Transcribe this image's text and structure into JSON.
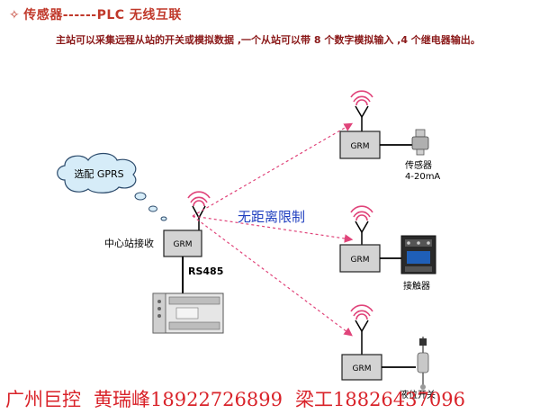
{
  "header": {
    "title": "传感器------PLC 无线互联",
    "subtitle": "主站可以采集远程从站的开关或模拟数据 ,一个从站可以带 8 个数字模拟输入 ,4 个继电器输出。"
  },
  "diagram": {
    "cloud_label": "选配 GPRS",
    "center_station_label": "中心站接收",
    "rs485_label": "RS485",
    "no_distance_label": "无距离限制",
    "grm_label": "GRM",
    "remotes": [
      {
        "device_label": "传感器",
        "device_sublabel": "4-20mA"
      },
      {
        "device_label": "接触器",
        "device_sublabel": ""
      },
      {
        "device_label": "液位开关",
        "device_sublabel": ""
      }
    ]
  },
  "footer": {
    "company": "广州巨控",
    "contact_1": "黄瑞峰18922726899",
    "contact_2": "梁工18826437096"
  },
  "colors": {
    "title": "#c0392b",
    "footer": "#d9232a",
    "signal_waves": "#e0447a",
    "link_dashes": "#e0447a",
    "no_distance_text": "#1f3fbf"
  }
}
